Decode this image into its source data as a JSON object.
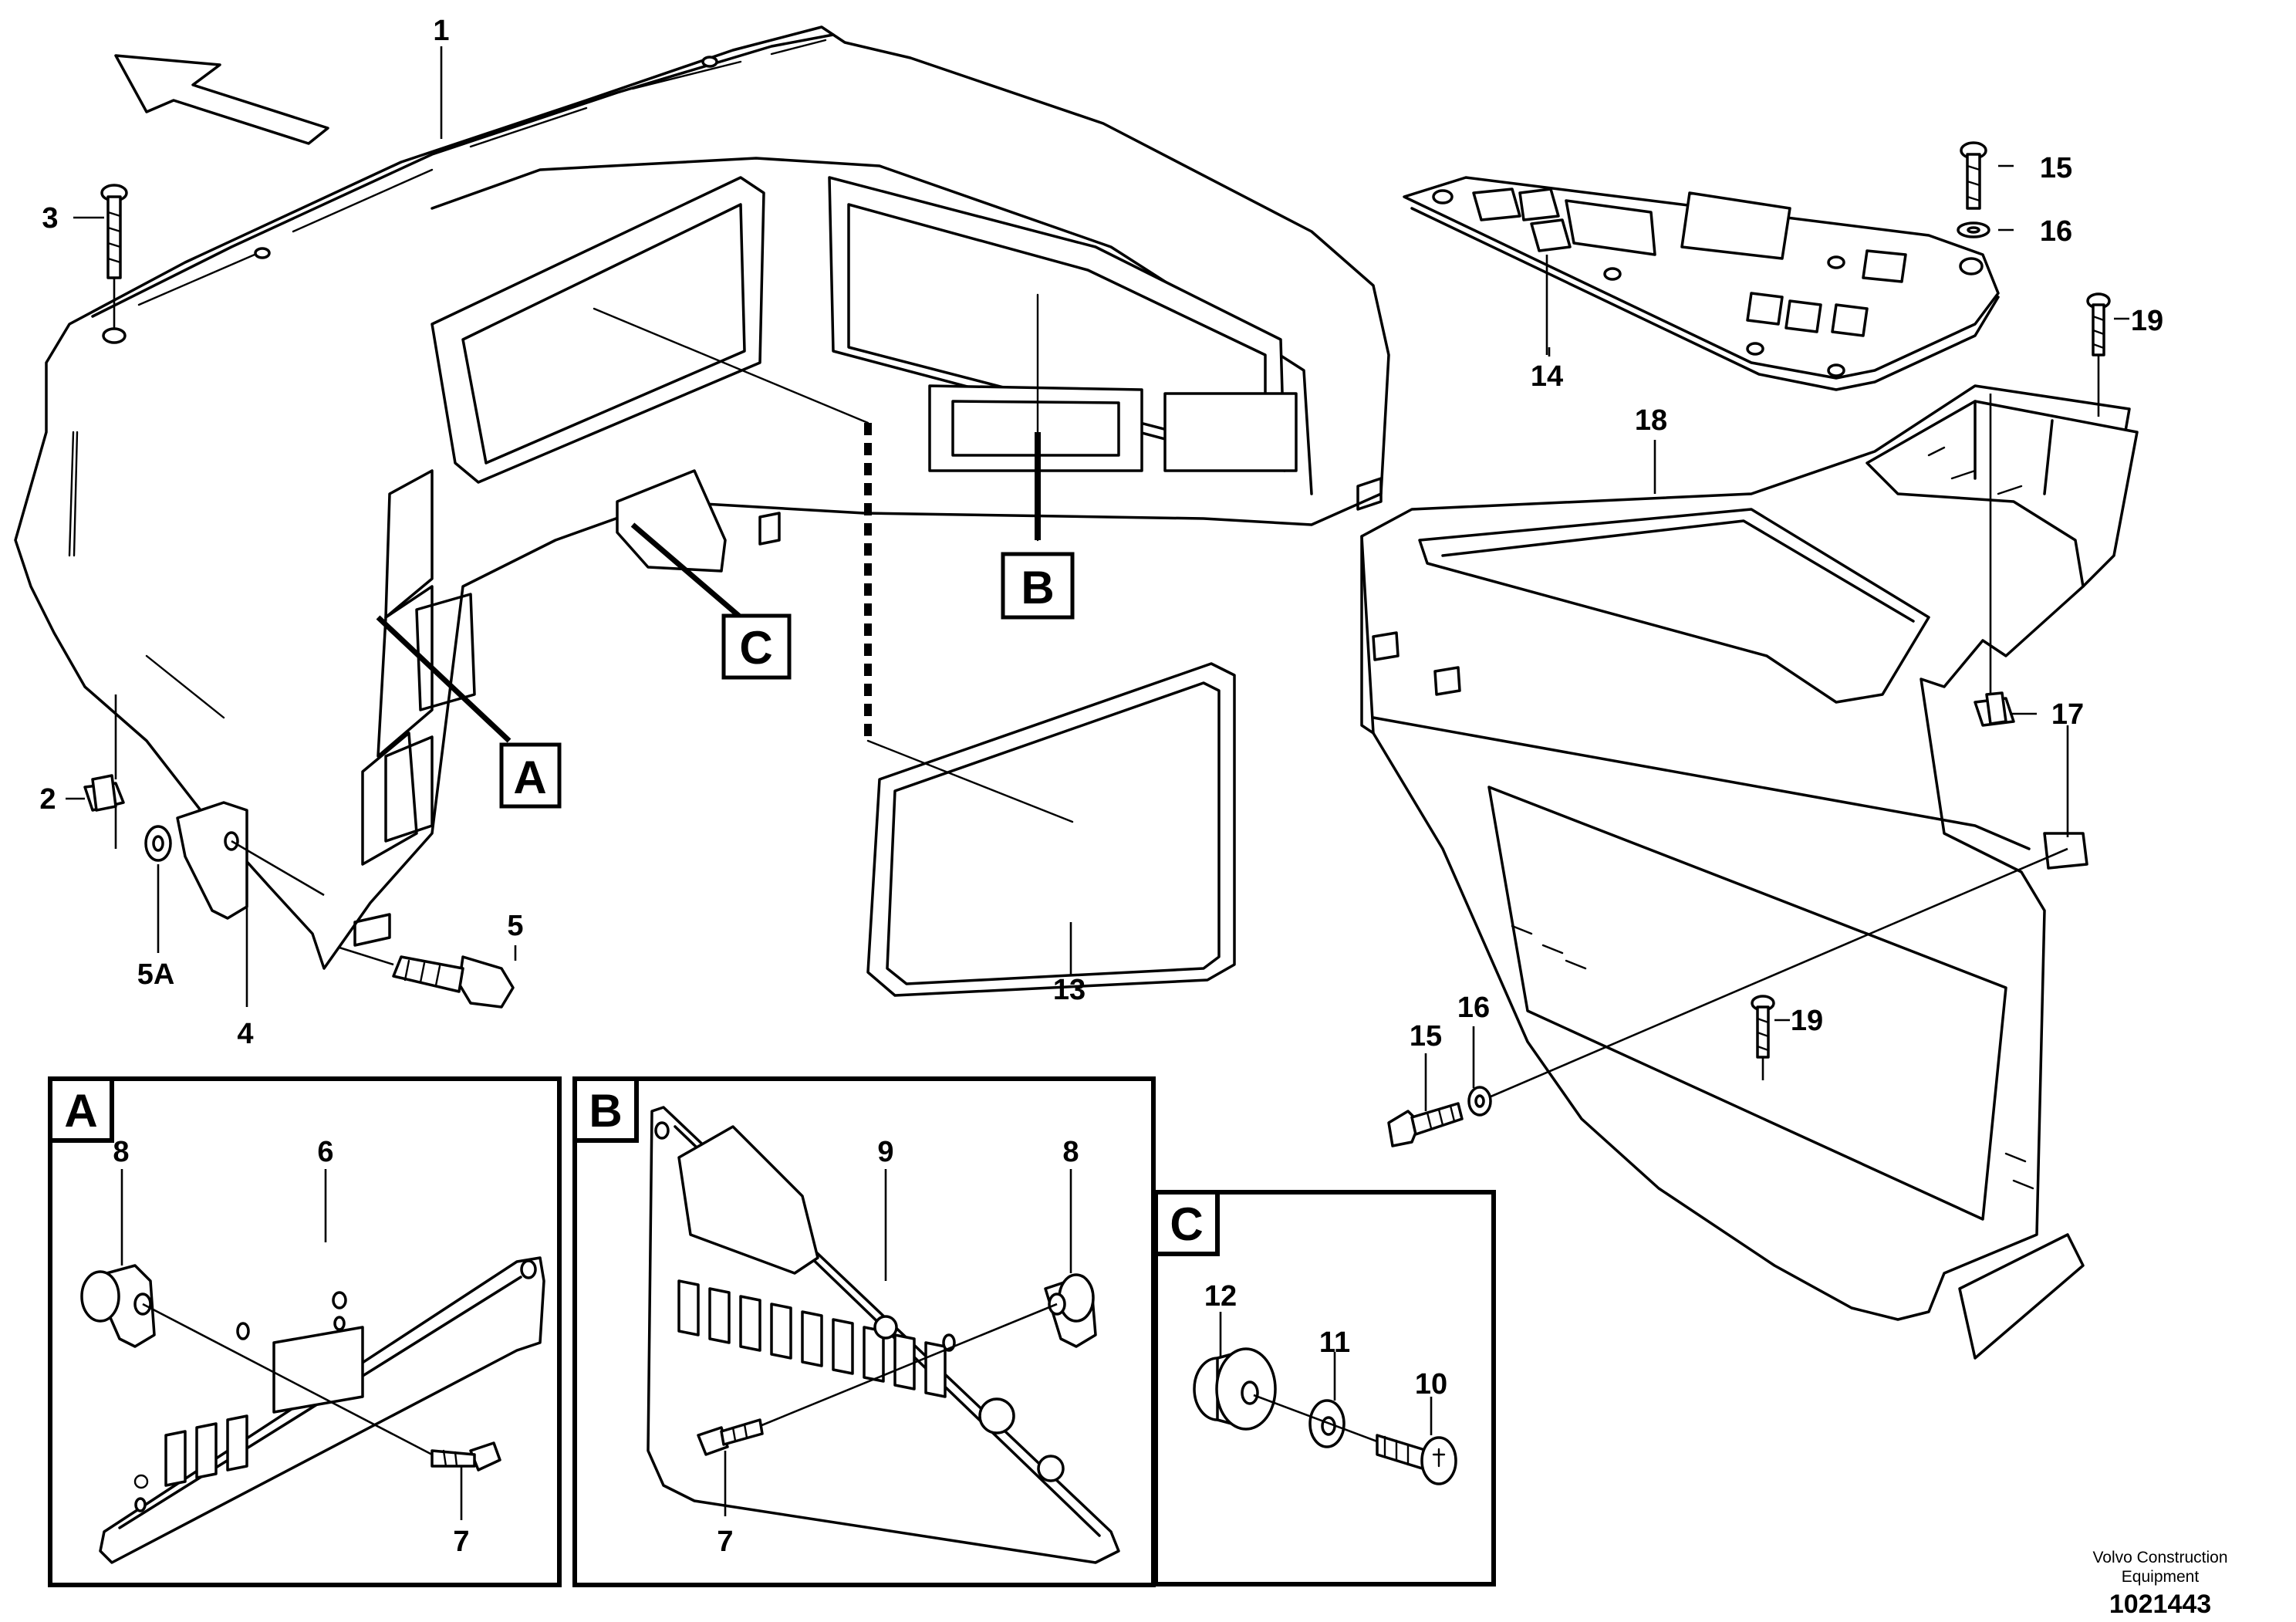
{
  "callouts": {
    "p1": "1",
    "p2": "2",
    "p3": "3",
    "p4": "4",
    "p5": "5",
    "p5a": "5A",
    "p13": "13",
    "p14": "14",
    "p15a": "15",
    "p15b": "15",
    "p16a": "16",
    "p16b": "16",
    "p17": "17",
    "p18": "18",
    "p19a": "19",
    "p19b": "19",
    "pA": "A",
    "pB": "B",
    "pC": "C"
  },
  "detail_a": {
    "title": "A",
    "p6": "6",
    "p7": "7",
    "p8": "8"
  },
  "detail_b": {
    "title": "B",
    "p7": "7",
    "p8": "8",
    "p9": "9"
  },
  "detail_c": {
    "title": "C",
    "p10": "10",
    "p11": "11",
    "p12": "12"
  },
  "footer": {
    "company_line1": "Volvo Construction",
    "company_line2": "Equipment",
    "doc_number": "1021443"
  }
}
